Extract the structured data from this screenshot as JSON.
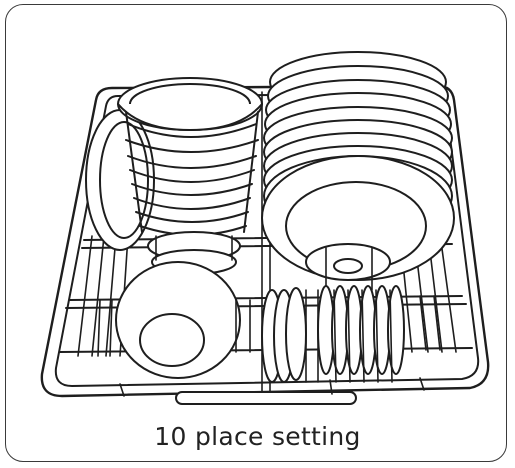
{
  "figure": {
    "caption": "10 place setting",
    "colors": {
      "line": "#1e1e1e",
      "fill": "#ffffff",
      "frame": "#3a3a3a"
    },
    "bowls_stack_count": 9,
    "large_plates_count": 10,
    "small_plates_count": 9
  }
}
